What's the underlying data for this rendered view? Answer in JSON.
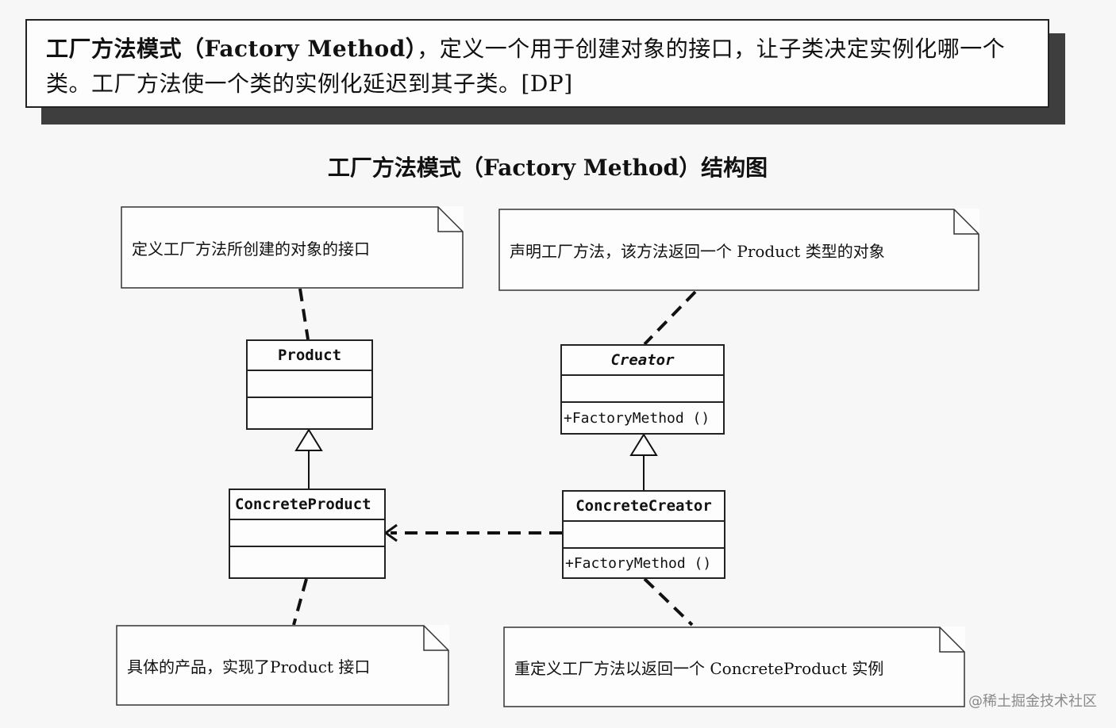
{
  "definition": {
    "pattern_name": "工厂方法模式（Factory Method）",
    "text": "，定义一个用于创建对象的接口，让子类决定实例化哪一个类。工厂方法使一个类的实例化延迟到其子类。[DP]"
  },
  "diagram_title": "工厂方法模式（Factory Method）结构图",
  "notes": {
    "product": "定义工厂方法所创建的对象的接口",
    "creator": "声明工厂方法，该方法返回一个 Product 类型的对象",
    "concrete_product": "具体的产品，实现了Product 接口",
    "concrete_creator": "重定义工厂方法以返回一个 ConcreteProduct 实例"
  },
  "classes": {
    "product": {
      "name": "Product"
    },
    "concrete_product": {
      "name": "ConcreteProduct"
    },
    "creator": {
      "name": "Creator",
      "operation": "+FactoryMethod ()"
    },
    "concrete_creator": {
      "name": "ConcreteCreator",
      "operation": "+FactoryMethod ()"
    }
  },
  "watermark": "@稀土掘金技术社区"
}
